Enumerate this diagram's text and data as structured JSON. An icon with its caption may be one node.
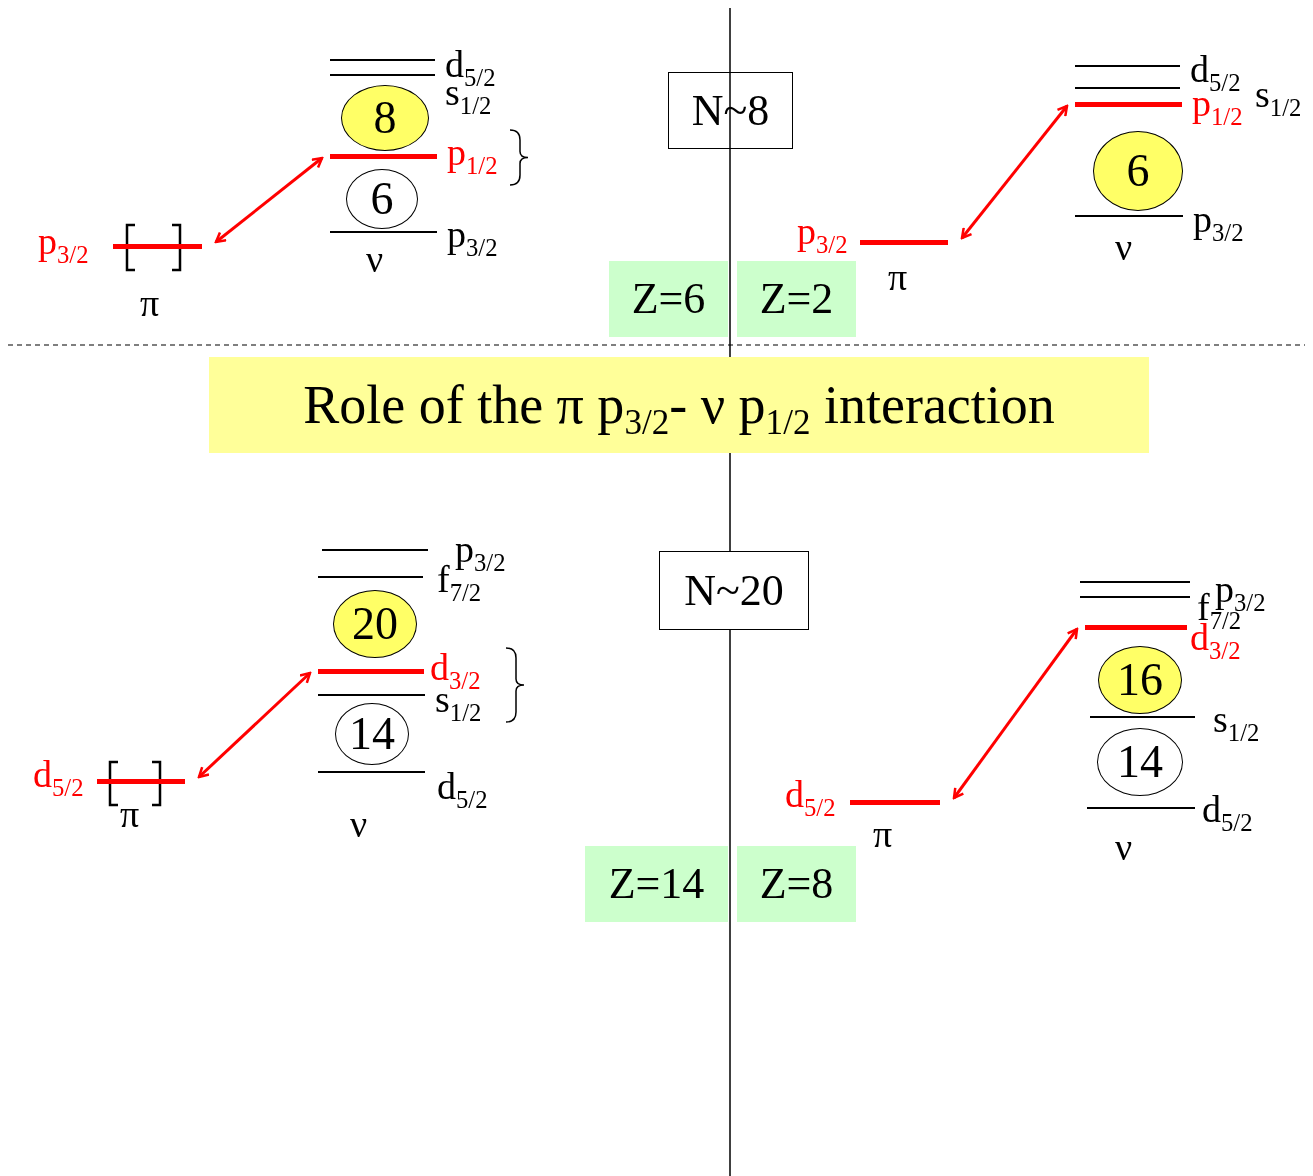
{
  "diagram": {
    "title": "Role of the π p$_{3/2}$- ν p$_{1/2}$ interaction",
    "nodes": [
      {
        "text": [
          "8"
        ]
      },
      {
        "text": [],
        "shape": "bar",
        "beside": [
          "p$_{1/2}$"
        ]
      },
      {
        "text": [
          "6"
        ]
      },
      {
        "text": [],
        "shape": "bar",
        "beside": [
          "p$_{3/2}$"
        ]
      },
      {
        "text": [
          "N~8"
        ]
      },
      {
        "text": [
          "Z=6"
        ]
      },
      {
        "text": [
          "Z=2"
        ]
      },
      {
        "text": [],
        "shape": "bar",
        "beside": [
          "p$_{1/2}$"
        ]
      },
      {
        "text": [
          "6"
        ]
      },
      {
        "text": [],
        "shape": "bar",
        "beside": [
          "p$_{3/2}$"
        ]
      },
      {
        "text": [
          "20"
        ]
      },
      {
        "text": [],
        "shape": "bar",
        "beside": [
          "d$_{3/2}$"
        ]
      },
      {
        "text": [
          "14"
        ]
      },
      {
        "text": [],
        "shape": "bar",
        "beside": [
          "d$_{5/2}$"
        ]
      },
      {
        "text": [
          "N~20"
        ]
      },
      {
        "text": [
          "Z=14"
        ]
      },
      {
        "text": [
          "Z=8"
        ]
      },
      {
        "text": [],
        "shape": "bar",
        "beside": [
          "d$_{3/2}$"
        ]
      },
      {
        "text": [
          "16"
        ]
      },
      {
        "text": [
          "14"
        ]
      },
      {
        "text": [],
        "shape": "bar",
        "beside": [
          "d$_{5/2}$"
        ]
      }
    ],
    "edges": [
      {
        "from": 3,
        "to": 1,
        "arrow": "both"
      },
      {
        "from": 9,
        "to": 7,
        "arrow": "both"
      },
      {
        "from": 13,
        "to": 11,
        "arrow": "both"
      },
      {
        "from": 20,
        "to": 17,
        "arrow": "both"
      }
    ],
    "labels": [
      "d$_{5/2}$",
      "s$_{1/2}$",
      "p$_{3/2}$",
      "ν",
      "π",
      "d$_{5/2}$",
      "s$_{1/2}$",
      "p$_{3/2}$",
      "ν",
      "π",
      "p$_{3/2}$",
      "f$_{7/2}$",
      "s$_{1/2}$",
      "d$_{5/2}$",
      "ν",
      "π",
      "p$_{3/2}$",
      "f$_{7/2}$",
      "s$_{1/2}$",
      "d$_{5/2}$",
      "ν",
      "π"
    ]
  }
}
